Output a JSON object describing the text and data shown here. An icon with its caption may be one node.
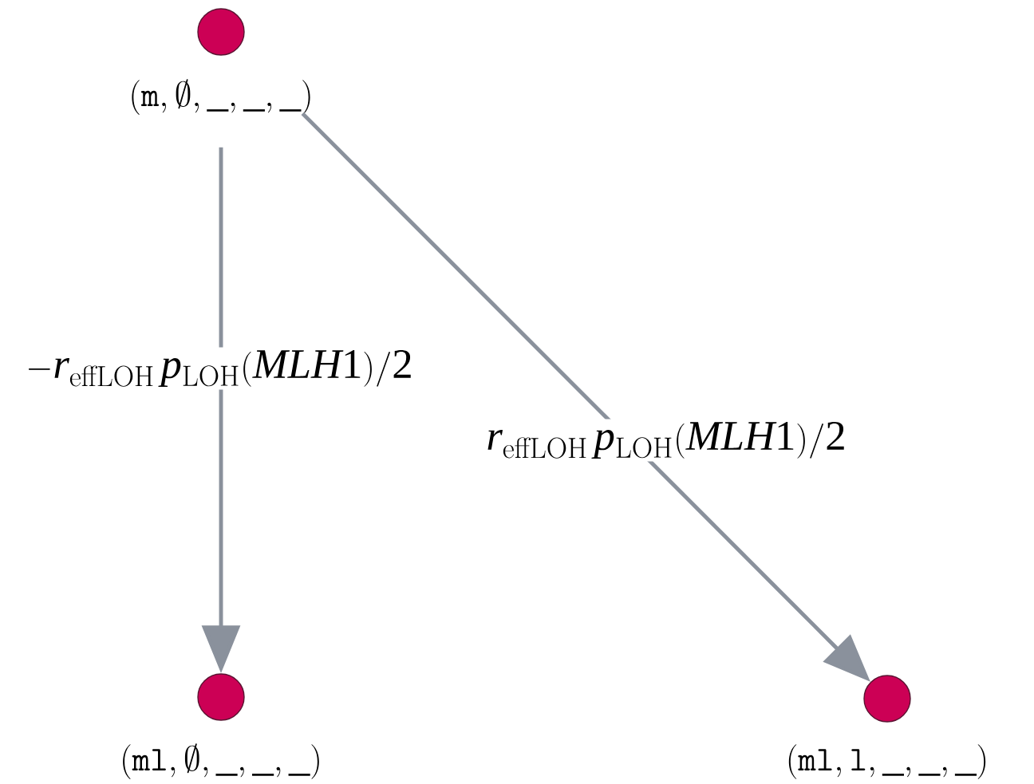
{
  "diagram": {
    "nodes": [
      {
        "text": [
          "(\\mathtt{m}, \\emptyset, \\_, \\_, \\_)"
        ]
      },
      {
        "text": [
          "(\\mathtt{ml}, \\emptyset, \\_, \\_, \\_)"
        ]
      },
      {
        "text": [
          "(\\mathtt{ml}, \\mathtt{l}, \\_, \\_, \\_)"
        ]
      }
    ],
    "edges": [
      {
        "from": 0,
        "to": 1,
        "arrow": "to",
        "label": "-r_{\\mathrm{effLOH}}\\, p_{\\mathrm{LOH}}(MLH1)/2"
      },
      {
        "from": 0,
        "to": 2,
        "arrow": "to",
        "label": "r_{\\mathrm{effLOH}}\\, p_{\\mathrm{LOH}}(MLH1)/2"
      }
    ]
  }
}
